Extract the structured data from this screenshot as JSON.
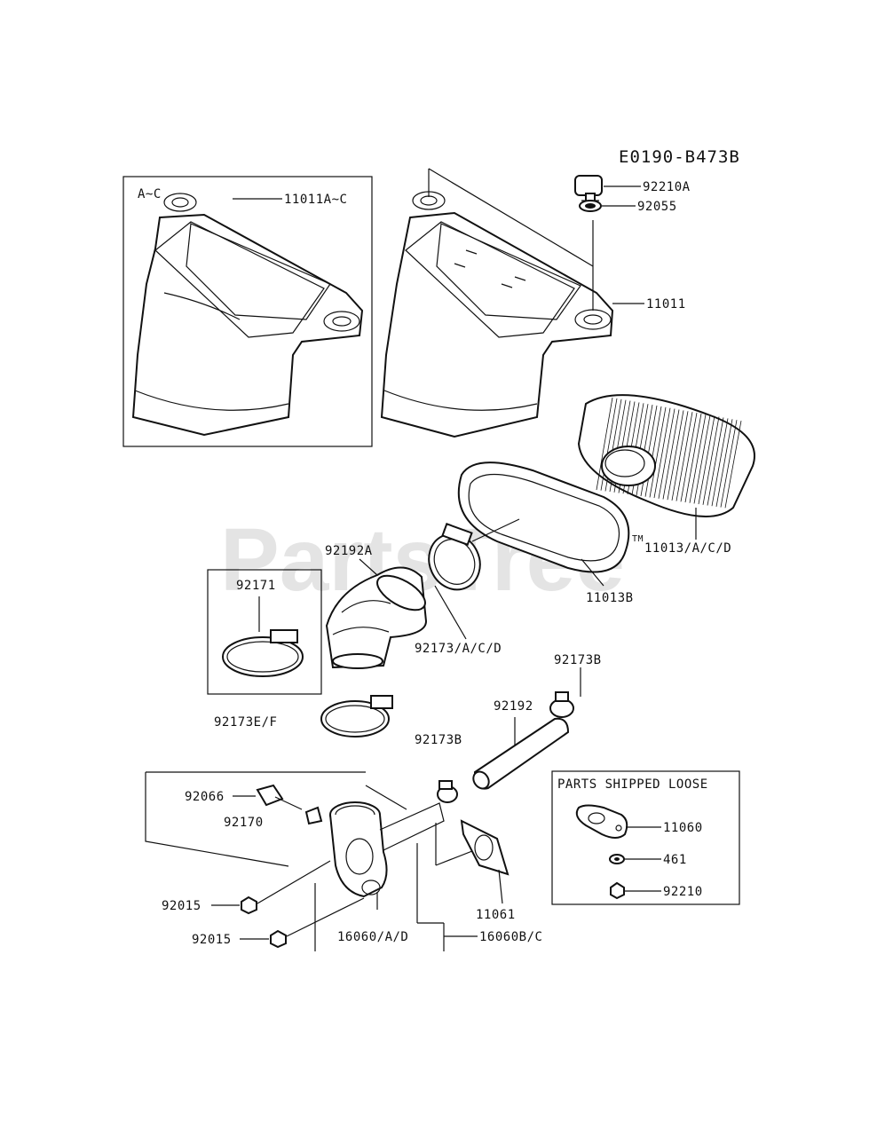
{
  "diagram_code": "E0190-B473B",
  "watermark": "PartsTree",
  "trademark": "TM",
  "inset_box_label": "A~C",
  "parts_box_title": "PARTS SHIPPED LOOSE",
  "callouts": {
    "p11011AC": "11011A~C",
    "p92210A": "92210A",
    "p92055": "92055",
    "p11011": "11011",
    "p11013ACD": "11013/A/C/D",
    "p11013B": "11013B",
    "p92192A": "92192A",
    "p92171": "92171",
    "p92173ACD": "92173/A/C/D",
    "p92173B_top": "92173B",
    "p92192": "92192",
    "p92173EF": "92173E/F",
    "p92173B_mid": "92173B",
    "p92066": "92066",
    "p92170": "92170",
    "p92015_a": "92015",
    "p92015_b": "92015",
    "p16060AD": "16060/A/D",
    "p16060BC": "16060B/C",
    "p11061": "11061",
    "p11060": "11060",
    "p461": "461",
    "p92210": "92210"
  }
}
